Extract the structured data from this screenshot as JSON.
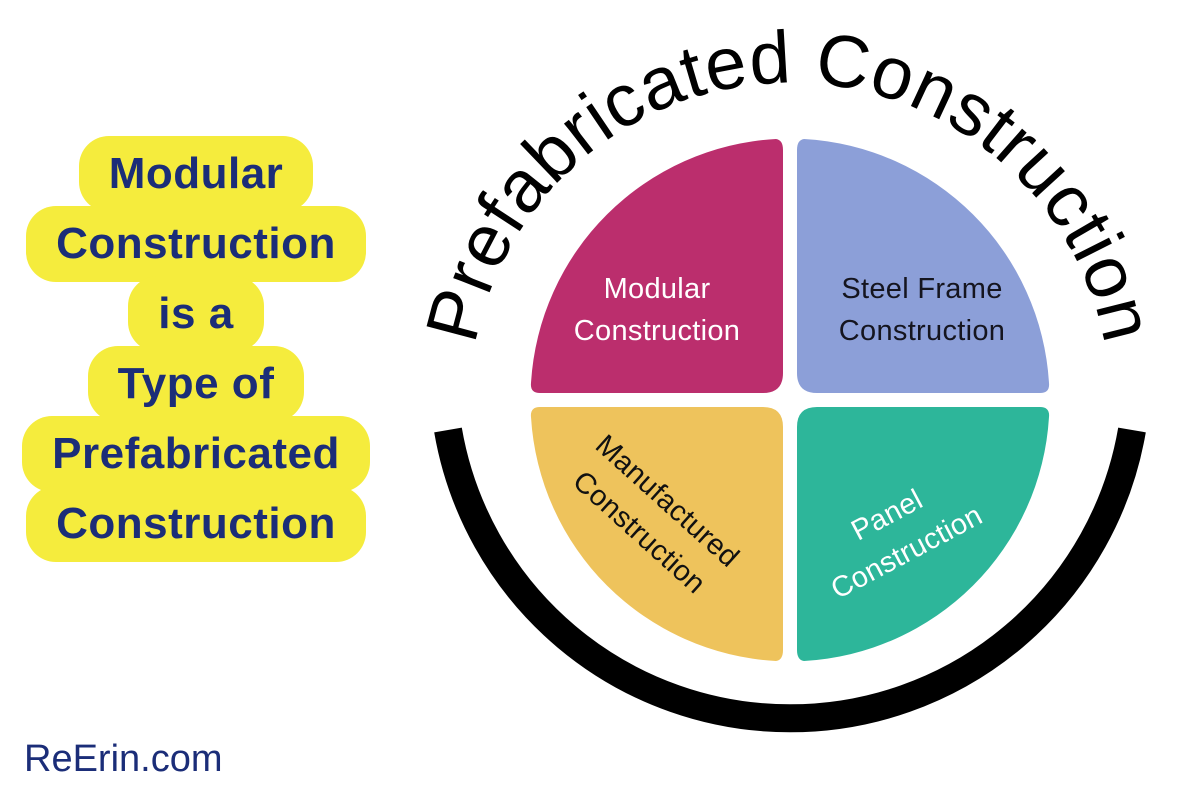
{
  "page": {
    "background_color": "#ffffff"
  },
  "highlight_block": {
    "highlight_color": "#f5ec3d",
    "text_color": "#1b2d78",
    "lines": [
      "Modular",
      "Construction",
      "is a",
      "Type of",
      "Prefabricated",
      "Construction"
    ]
  },
  "diagram": {
    "arc_title": "Prefabricated Construction",
    "arc_title_color": "#000000",
    "bottom_arc_color": "#000000",
    "quadrants": [
      {
        "id": "modular",
        "position": "top-left",
        "color": "#bb2e6d",
        "text_color": "#ffffff",
        "label_line1": "Modular",
        "label_line2": "Construction"
      },
      {
        "id": "steel-frame",
        "position": "top-right",
        "color": "#8c9fd8",
        "text_color": "#15151f",
        "label_line1": "Steel Frame",
        "label_line2": "Construction"
      },
      {
        "id": "manufactured",
        "position": "bottom-left",
        "color": "#eec35c",
        "text_color": "#111111",
        "label_line1": "Manufactured",
        "label_line2": "Construction"
      },
      {
        "id": "panel",
        "position": "bottom-right",
        "color": "#2db69a",
        "text_color": "#ffffff",
        "label_line1": "Panel",
        "label_line2": "Construction"
      }
    ]
  },
  "watermark": {
    "text": "ReErin.com",
    "color": "#1b2d78"
  }
}
